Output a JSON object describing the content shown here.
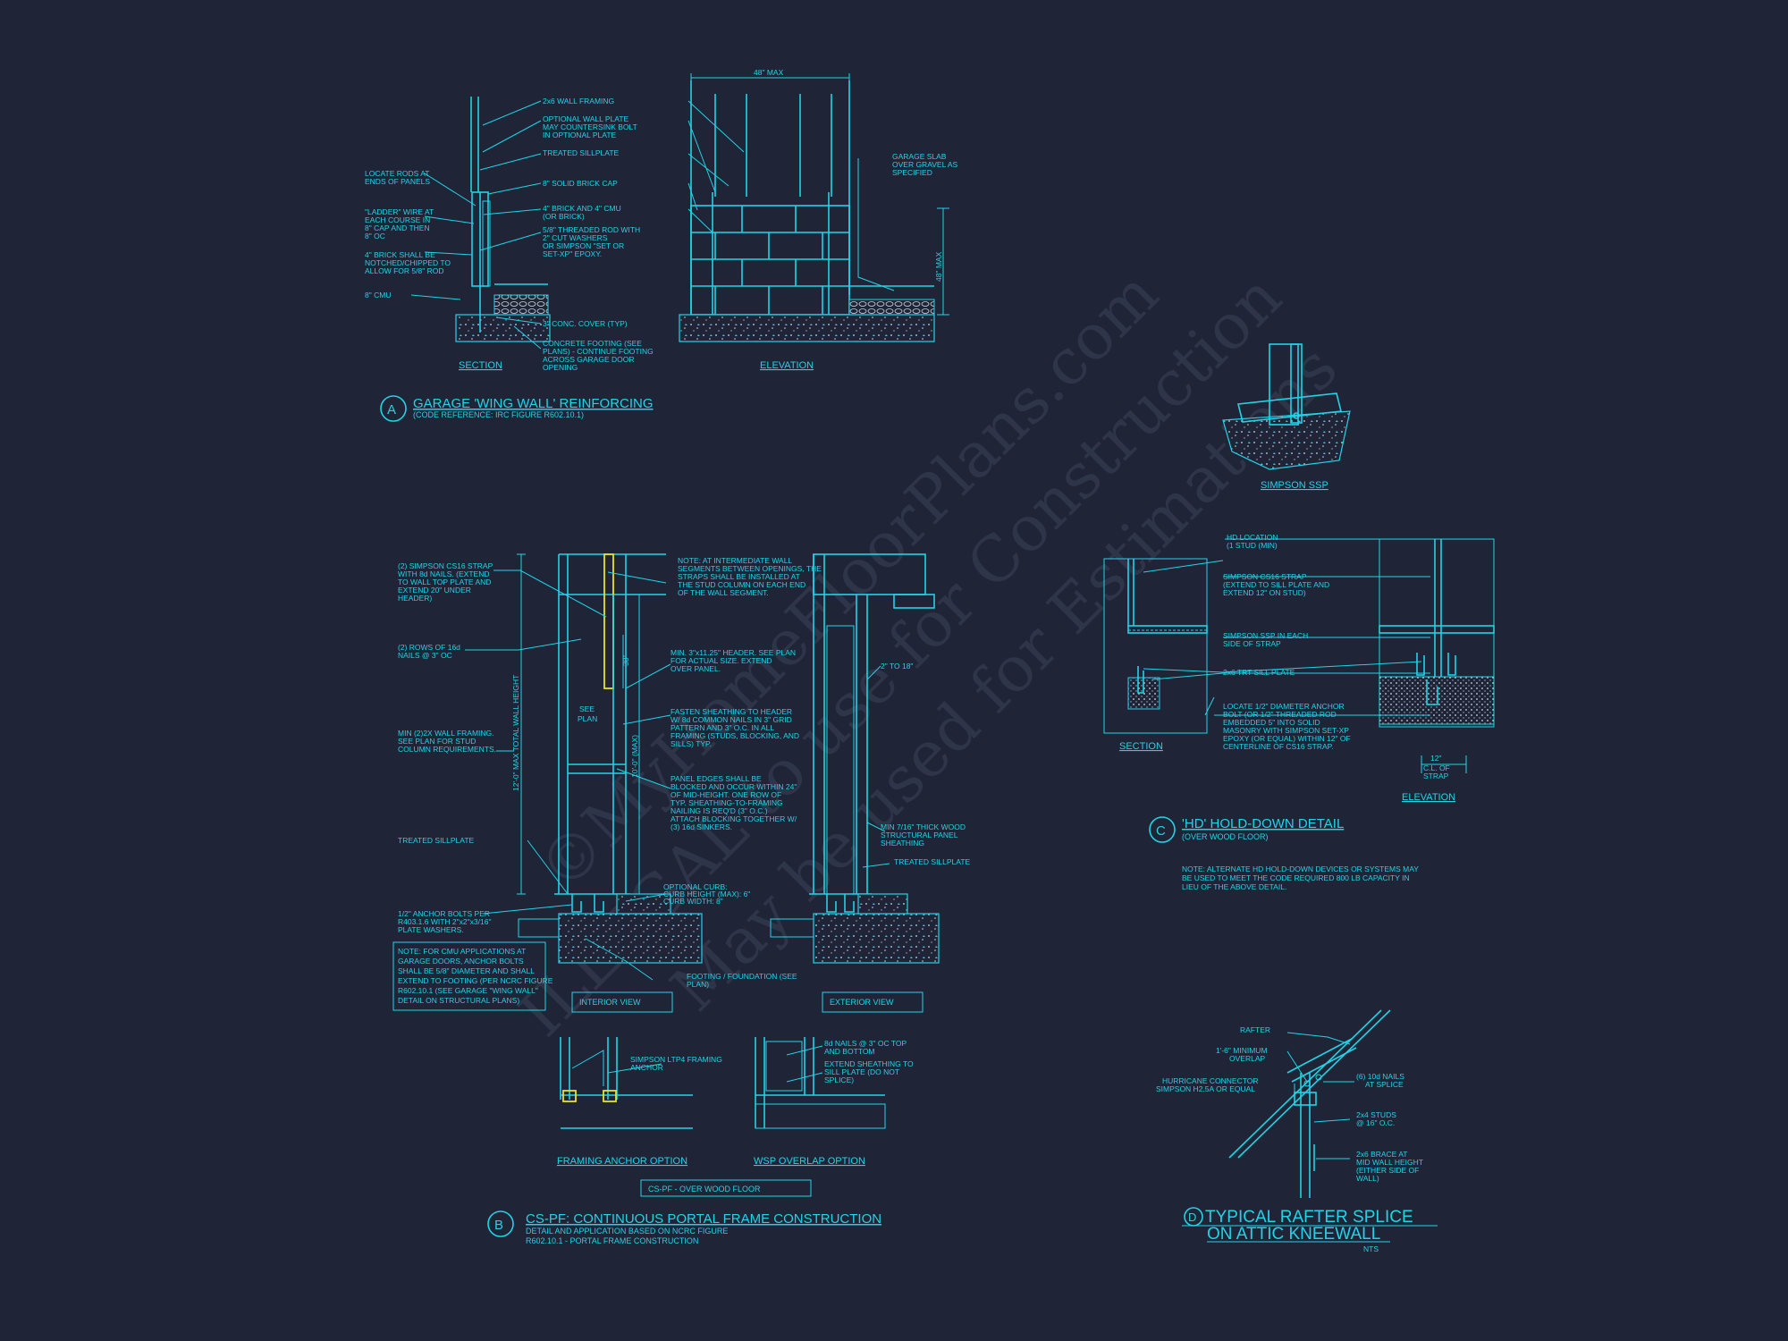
{
  "watermark": {
    "line1": "©MyHomeFloorPlans.com",
    "line2": "ILLEGAL to use for Construction",
    "line3": "May be used for Estimations"
  },
  "detail_a": {
    "circle": "A",
    "title": "GARAGE 'WING WALL' REINFORCING",
    "subtitle": "(CODE REFERENCE: IRC FIGURE R602.10.1)",
    "section_label": "SECTION",
    "elevation_label": "ELEVATION",
    "dim_top": "48\" MAX",
    "dim_side": "48\" MAX",
    "notes_left": [
      "LOCATE RODS AT",
      "ENDS OF PANELS",
      "\"LADDER\" WIRE AT",
      "EACH COURSE IN",
      "8\" CAP AND THEN",
      "8\" OC",
      "4\" BRICK SHALL BE",
      "NOTCHED/CHIPPED TO",
      "ALLOW FOR 5/8\" ROD",
      "8\" CMU"
    ],
    "notes_mid": [
      "2x6 WALL FRAMING",
      "OPTIONAL WALL PLATE",
      "MAY COUNTERSINK BOLT",
      "IN OPTIONAL PLATE",
      "TREATED SILLPLATE",
      "8\" SOLID BRICK CAP",
      "4\" BRICK AND 4\" CMU",
      "(OR BRICK)",
      "5/8\" THREADED ROD WITH",
      "2\" CUT WASHERS",
      "OR SIMPSON \"SET OR",
      "SET-XP\" EPOXY.",
      "3\" CONC. COVER (TYP)",
      "CONCRETE FOOTING (SEE",
      "PLANS) - CONTINUE FOOTING",
      "ACROSS GARAGE DOOR",
      "OPENING"
    ],
    "notes_right": [
      "GARAGE SLAB",
      "OVER GRAVEL AS",
      "SPECIFIED"
    ]
  },
  "simpson_ssp": {
    "label": "SIMPSON SSP"
  },
  "detail_b": {
    "circle": "B",
    "title": "CS-PF: CONTINUOUS PORTAL FRAME CONSTRUCTION",
    "subtitle1": "DETAIL AND APPLICATION BASED ON NCRC FIGURE",
    "subtitle2": "R602.10.1 - PORTAL FRAME CONSTRUCTION",
    "interior_view": "INTERIOR VIEW",
    "exterior_view": "EXTERIOR VIEW",
    "framing_anchor_option": "FRAMING ANCHOR OPTION",
    "wsp_overlap_option": "WSP OVERLAP OPTION",
    "box_label": "CS-PF - OVER WOOD FLOOR",
    "see_plan": [
      "SEE",
      "PLAN"
    ],
    "dim_38": "38\"",
    "dim_wall_height": "12'-0\" MAX TOTAL WALL HEIGHT",
    "dim_max": "10'-0\" (MAX)",
    "dim_2to18": "2\" TO 18\"",
    "notes_left": [
      "(2) SIMPSON CS16 STRAP",
      "WITH 8d NAILS. (EXTEND",
      "TO WALL TOP PLATE AND",
      "EXTEND 20\" UNDER",
      "HEADER)",
      "(2) ROWS OF 16d",
      "NAILS @ 3\" OC",
      "MIN (2)2X WALL FRAMING.",
      "SEE PLAN FOR STUD",
      "COLUMN REQUIREMENTS.",
      "TREATED SILLPLATE",
      "1/2\" ANCHOR BOLTS PER",
      "R403.1.6 WITH 2\"x2\"x3/16\"",
      "PLATE WASHERS."
    ],
    "note_box": [
      "NOTE: FOR CMU APPLICATIONS AT",
      "GARAGE DOORS, ANCHOR BOLTS",
      "SHALL BE 5/8\" DIAMETER AND SHALL",
      "EXTEND TO FOOTING (PER NCRC FIGURE",
      "R602.10.1 (SEE GARAGE \"WING WALL\"",
      "DETAIL ON STRUCTURAL PLANS)"
    ],
    "notes_mid": [
      "NOTE: AT INTERMEDIATE WALL",
      "SEGMENTS BETWEEN OPENINGS, THE",
      "STRAPS SHALL BE INSTALLED AT",
      "THE STUD COLUMN ON EACH END",
      "OF THE WALL SEGMENT.",
      "MIN. 3\"x11.25\" HEADER. SEE PLAN",
      "FOR ACTUAL SIZE. EXTEND",
      "OVER PANEL.",
      "FASTEN SHEATHING TO HEADER",
      "W/ 8d COMMON NAILS IN 3\" GRID",
      "PATTERN AND 3\" O.C. IN ALL",
      "FRAMING (STUDS, BLOCKING, AND",
      "SILLS) TYP.",
      "PANEL EDGES SHALL BE",
      "BLOCKED AND OCCUR WITHIN 24\"",
      "OF MID-HEIGHT. ONE ROW OF",
      "TYP. SHEATHING-TO-FRAMING",
      "NAILING IS REQ'D (3\" O.C.)",
      "ATTACH BLOCKING TOGETHER W/",
      "(3) 16d SINKERS.",
      "OPTIONAL CURB:",
      "CURB HEIGHT (MAX): 6\"",
      "CURB WIDTH: 8\"",
      "FOOTING / FOUNDATION (SEE",
      "PLAN)"
    ],
    "notes_right": [
      "MIN 7/16\" THICK WOOD",
      "STRUCTURAL PANEL",
      "SHEATHING",
      "TREATED SILLPLATE"
    ],
    "notes_bottom_left": [
      "SIMPSON LTP4 FRAMING",
      "ANCHOR"
    ],
    "notes_bottom_right": [
      "8d NAILS @ 3\" OC TOP",
      "AND BOTTOM",
      "EXTEND SHEATHING TO",
      "SILL PLATE (DO NOT",
      "SPLICE)"
    ]
  },
  "detail_c": {
    "circle": "C",
    "title": "'HD' HOLD-DOWN DETAIL",
    "subtitle": "(OVER WOOD FLOOR)",
    "section_label": "SECTION",
    "elevation_label": "ELEVATION",
    "notes": [
      "HD LOCATION",
      "(1 STUD (MIN)",
      "SIMPSON CS16 STRAP",
      "(EXTEND TO SILL PLATE AND",
      "EXTEND 12\" ON STUD)",
      "SIMPSON SSP IN EACH",
      "SIDE OF STRAP",
      "2x6 TRT SILL PLATE",
      "LOCATE 1/2\" DIAMETER ANCHOR",
      "BOLT (OR 1/2\" THREADED ROD",
      "EMBEDDED 5\" INTO SOLID",
      "MASONRY WITH SIMPSON SET-XP",
      "EPOXY (OR EQUAL) WITHIN 12\" OF",
      "CENTERLINE OF CS16 STRAP."
    ],
    "dim": [
      "12\"",
      "C.L. OF",
      "STRAP"
    ],
    "note": [
      "NOTE: ALTERNATE HD HOLD-DOWN DEVICES OR SYSTEMS MAY",
      "BE USED TO MEET THE CODE REQUIRED 800 LB CAPACITY IN",
      "LIEU OF THE ABOVE DETAIL."
    ]
  },
  "detail_d": {
    "circle": "D",
    "title1": "TYPICAL RAFTER SPLICE",
    "title2": "ON ATTIC KNEEWALL",
    "subtitle": "NTS",
    "notes": [
      "RAFTER",
      "1'-6\" MINIMUM",
      "OVERLAP",
      "HURRICANE CONNECTOR",
      "SIMPSON H2.5A OR EQUAL",
      "(6) 10d NAILS",
      "AT SPLICE",
      "2x4 STUDS",
      "@ 16\" O.C.",
      "2x6 BRACE AT",
      "MID WALL HEIGHT",
      "(EITHER SIDE OF",
      "WALL)"
    ]
  }
}
